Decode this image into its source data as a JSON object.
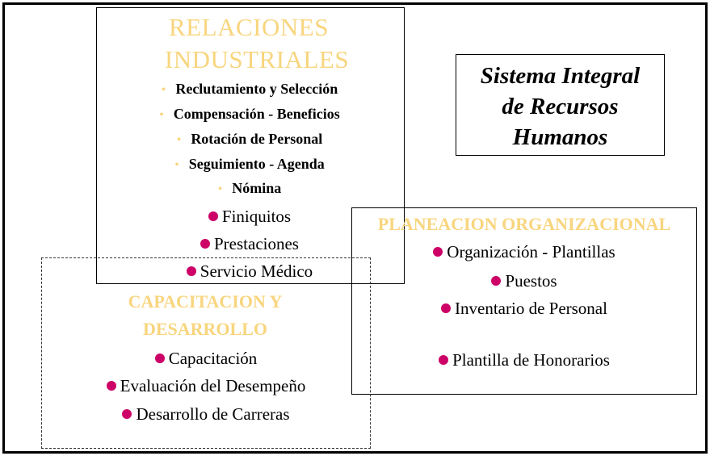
{
  "title": {
    "line1": "Sistema Integral",
    "line2": "de Recursos",
    "line3": "Humanos"
  },
  "relaciones": {
    "heading_line1": "RELACIONES",
    "heading_line2": "INDUSTRIALES",
    "bullets": [
      "Reclutamiento y Selección",
      "Compensación - Beneficios",
      "Rotación de Personal",
      "Seguimiento - Agenda",
      "Nómina"
    ],
    "items": [
      "Finiquitos",
      "Prestaciones",
      "Servicio Médico"
    ]
  },
  "planeacion": {
    "heading": "PLANEACION ORGANIZACIONAL",
    "items": [
      "Organización - Plantillas",
      "Puestos",
      "Inventario de Personal",
      "Plantilla de Honorarios"
    ]
  },
  "capacitacion": {
    "heading_line1": "CAPACITACION Y",
    "heading_line2": "DESARROLLO",
    "items": [
      "Capacitación",
      "Evaluación del Desempeño",
      "Desarrollo de Carreras"
    ]
  },
  "colors": {
    "heading": "#f8d57e",
    "marker": "#cc0066",
    "text": "#000000"
  },
  "icons": {
    "bullet": "small-dot-bullet-icon",
    "marker": "magenta-circle-icon"
  }
}
